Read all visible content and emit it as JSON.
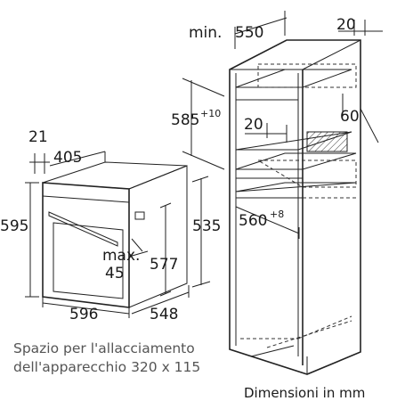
{
  "dimensions": {
    "oven_depth_front": "21",
    "oven_width_top": "405",
    "oven_height": "595",
    "oven_inner_height": "535",
    "opening_max_label": "max.",
    "opening_max_value": "45",
    "oven_body_height": "577",
    "oven_width": "596",
    "oven_depth": "548",
    "cabinet_min_depth_label": "min.",
    "cabinet_min_depth_value": "550",
    "cabinet_top_gap": "20",
    "niche_height": "585",
    "niche_height_tol": "+10",
    "vent_gap": "20",
    "vent_depth": "60",
    "niche_width": "560",
    "niche_width_tol": "+8"
  },
  "notes": {
    "connection_space_line1": "Spazio per l'allacciamento",
    "connection_space_line2": "dell'apparecchio 320 x 115",
    "units": "Dimensioni in mm"
  }
}
